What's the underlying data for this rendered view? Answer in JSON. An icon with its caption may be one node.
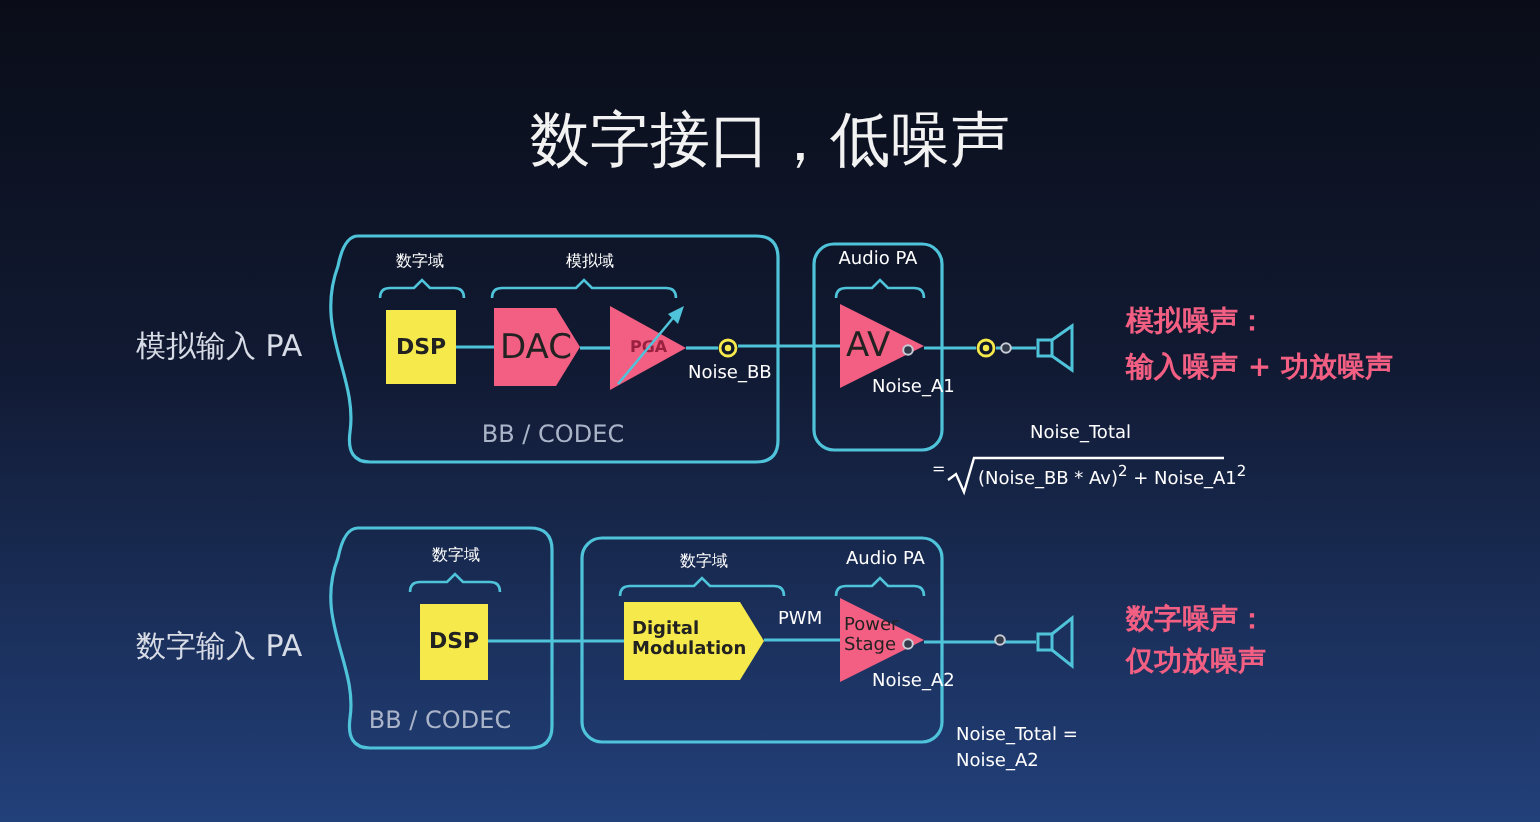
{
  "diagram": {
    "title": "数字接口，低噪声",
    "nodes": [
      {
        "text": [
          "BB / CODEC"
        ]
      },
      {
        "text": [
          "DSP"
        ],
        "in": 0
      },
      {
        "text": [
          "DAC"
        ],
        "in": 0
      },
      {
        "text": [
          "PGA"
        ],
        "in": 0
      },
      {
        "text": [],
        "shape": "circle",
        "beside": [
          "Noise_BB"
        ],
        "in": 0
      },
      {
        "text": [
          "Audio PA"
        ]
      },
      {
        "text": [
          "AV"
        ],
        "in": 5,
        "beside": [
          "Noise_A1"
        ]
      },
      {
        "text": [],
        "shape": "circle"
      },
      {
        "text": [],
        "shape": "speaker"
      },
      {
        "text": [
          "BB / CODEC"
        ]
      },
      {
        "text": [
          "DSP"
        ],
        "in": 9
      },
      {
        "text": [],
        "shape": "box"
      },
      {
        "text": [
          "Digital Modulation"
        ],
        "in": 11
      },
      {
        "text": [
          "Power Stage"
        ],
        "in": 11,
        "beside": [
          "Noise_A2"
        ]
      },
      {
        "text": [],
        "shape": "speaker"
      }
    ],
    "edges": [
      {
        "from": 1,
        "to": 2,
        "arrow": "none"
      },
      {
        "from": 2,
        "to": 3,
        "arrow": "none"
      },
      {
        "from": 3,
        "to": 4,
        "arrow": "none"
      },
      {
        "from": 4,
        "to": 6,
        "arrow": "none"
      },
      {
        "from": 6,
        "to": 7,
        "arrow": "none"
      },
      {
        "from": 7,
        "to": 8,
        "arrow": "none"
      },
      {
        "from": 10,
        "to": 12,
        "arrow": "none"
      },
      {
        "from": 12,
        "to": 13,
        "label": "PWM",
        "arrow": "none"
      },
      {
        "from": 13,
        "to": 14,
        "arrow": "none"
      }
    ],
    "labels": [
      "模拟输入 PA",
      "数字域",
      "模拟域",
      "模拟噪声：",
      "输入噪声 + 功放噪声",
      "Noise_Total",
      "=",
      "(Noise_BB * Av)$^{2}$ + Noise_A1$^{2}$",
      "数字输入 PA",
      "数字域",
      "数字域",
      "Audio PA",
      "数字噪声：",
      "仅功放噪声",
      "Noise_Total = Noise_A2"
    ]
  }
}
